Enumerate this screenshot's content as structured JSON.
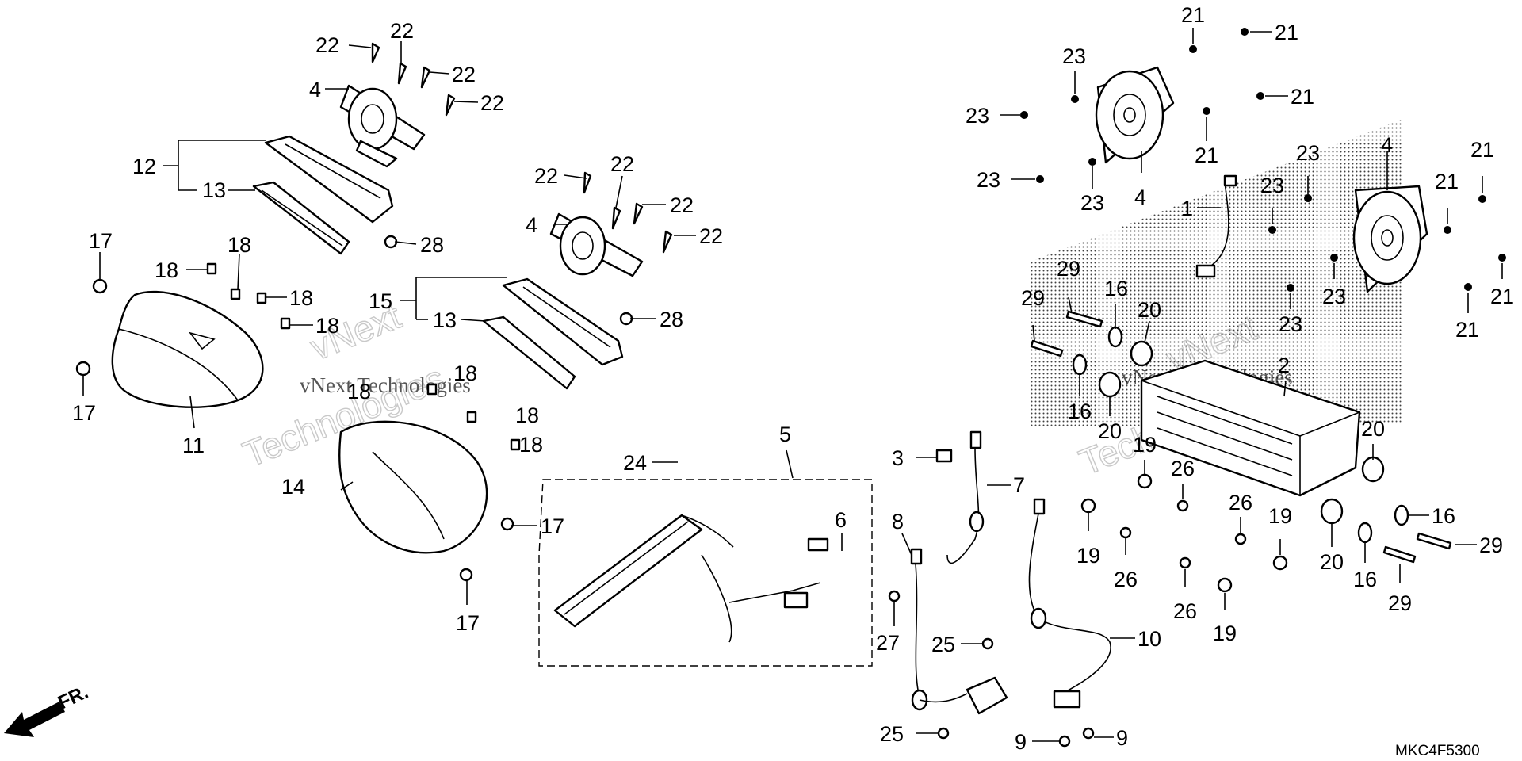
{
  "drawing_code": "MKC4F5300",
  "front_marker": "FR.",
  "watermark": {
    "line1": "vNext",
    "line2": "Technologies",
    "small": "vNext Technologies"
  },
  "callouts": [
    {
      "id": "c01",
      "label": "22"
    },
    {
      "id": "c02",
      "label": "22"
    },
    {
      "id": "c03",
      "label": "22"
    },
    {
      "id": "c04",
      "label": "22"
    },
    {
      "id": "c05",
      "label": "4"
    },
    {
      "id": "c06",
      "label": "12"
    },
    {
      "id": "c07",
      "label": "13"
    },
    {
      "id": "c08",
      "label": "28"
    },
    {
      "id": "c09",
      "label": "17"
    },
    {
      "id": "c10",
      "label": "18"
    },
    {
      "id": "c11",
      "label": "18"
    },
    {
      "id": "c12",
      "label": "18"
    },
    {
      "id": "c13",
      "label": "18"
    },
    {
      "id": "c14",
      "label": "17"
    },
    {
      "id": "c15",
      "label": "11"
    },
    {
      "id": "c16",
      "label": "22"
    },
    {
      "id": "c17",
      "label": "22"
    },
    {
      "id": "c18",
      "label": "22"
    },
    {
      "id": "c19",
      "label": "22"
    },
    {
      "id": "c20",
      "label": "4"
    },
    {
      "id": "c21",
      "label": "15"
    },
    {
      "id": "c22",
      "label": "13"
    },
    {
      "id": "c23",
      "label": "28"
    },
    {
      "id": "c24",
      "label": "18"
    },
    {
      "id": "c25",
      "label": "18"
    },
    {
      "id": "c26",
      "label": "18"
    },
    {
      "id": "c27",
      "label": "18"
    },
    {
      "id": "c28",
      "label": "14"
    },
    {
      "id": "c29",
      "label": "17"
    },
    {
      "id": "c30",
      "label": "17"
    },
    {
      "id": "c31",
      "label": "5"
    },
    {
      "id": "c32",
      "label": "24"
    },
    {
      "id": "c33",
      "label": "6"
    },
    {
      "id": "c34",
      "label": "3"
    },
    {
      "id": "c35",
      "label": "7"
    },
    {
      "id": "c36",
      "label": "8"
    },
    {
      "id": "c37",
      "label": "27"
    },
    {
      "id": "c38",
      "label": "25"
    },
    {
      "id": "c39",
      "label": "25"
    },
    {
      "id": "c40",
      "label": "9"
    },
    {
      "id": "c41",
      "label": "9"
    },
    {
      "id": "c42",
      "label": "10"
    },
    {
      "id": "c43",
      "label": "21"
    },
    {
      "id": "c44",
      "label": "21"
    },
    {
      "id": "c45",
      "label": "21"
    },
    {
      "id": "c46",
      "label": "21"
    },
    {
      "id": "c47",
      "label": "23"
    },
    {
      "id": "c48",
      "label": "23"
    },
    {
      "id": "c49",
      "label": "23"
    },
    {
      "id": "c50",
      "label": "23"
    },
    {
      "id": "c51",
      "label": "4"
    },
    {
      "id": "c52",
      "label": "1"
    },
    {
      "id": "c53",
      "label": "23"
    },
    {
      "id": "c54",
      "label": "23"
    },
    {
      "id": "c55",
      "label": "23"
    },
    {
      "id": "c56",
      "label": "23"
    },
    {
      "id": "c57",
      "label": "4"
    },
    {
      "id": "c58",
      "label": "21"
    },
    {
      "id": "c59",
      "label": "21"
    },
    {
      "id": "c60",
      "label": "21"
    },
    {
      "id": "c61",
      "label": "21"
    },
    {
      "id": "c62",
      "label": "29"
    },
    {
      "id": "c63",
      "label": "29"
    },
    {
      "id": "c64",
      "label": "16"
    },
    {
      "id": "c65",
      "label": "20"
    },
    {
      "id": "c66",
      "label": "16"
    },
    {
      "id": "c67",
      "label": "20"
    },
    {
      "id": "c68",
      "label": "2"
    },
    {
      "id": "c69",
      "label": "19"
    },
    {
      "id": "c70",
      "label": "26"
    },
    {
      "id": "c71",
      "label": "19"
    },
    {
      "id": "c72",
      "label": "26"
    },
    {
      "id": "c73",
      "label": "26"
    },
    {
      "id": "c74",
      "label": "26"
    },
    {
      "id": "c75",
      "label": "19"
    },
    {
      "id": "c76",
      "label": "19"
    },
    {
      "id": "c77",
      "label": "20"
    },
    {
      "id": "c78",
      "label": "20"
    },
    {
      "id": "c79",
      "label": "16"
    },
    {
      "id": "c80",
      "label": "29"
    },
    {
      "id": "c81",
      "label": "16"
    },
    {
      "id": "c82",
      "label": "29"
    }
  ]
}
